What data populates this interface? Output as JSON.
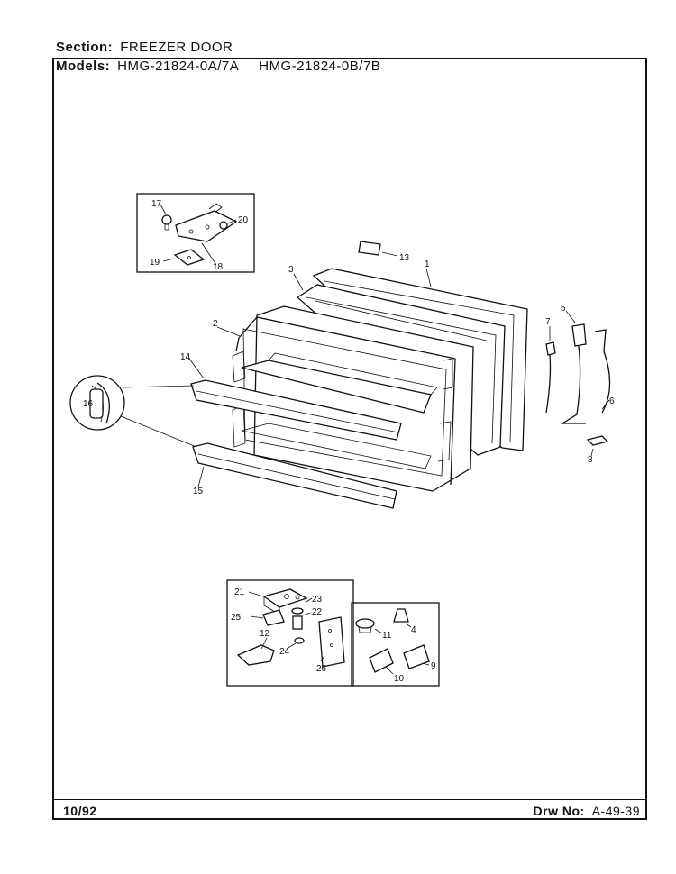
{
  "header": {
    "section_label": "Section:",
    "section_value": "FREEZER DOOR",
    "models_label": "Models:",
    "models": [
      "HMG-21824-0A/7A",
      "HMG-21824-0B/7B"
    ]
  },
  "footer": {
    "date": "10/92",
    "drawing_label": "Drw No:",
    "drawing_number": "A-49-39"
  },
  "part_numbers": {
    "p1": "1",
    "p2": "2",
    "p3": "3",
    "p4": "4",
    "p5": "5",
    "p6": "6",
    "p6b": "6",
    "p7": "7",
    "p8": "8",
    "p9": "9",
    "p10": "10",
    "p11": "11",
    "p12": "12",
    "p13": "13",
    "p14": "14",
    "p15": "15",
    "p16": "16",
    "p17": "17",
    "p18": "18",
    "p19": "19",
    "p20": "20",
    "p21": "21",
    "p22": "22",
    "p23": "23",
    "p24": "24",
    "p25": "25",
    "p26": "26"
  }
}
